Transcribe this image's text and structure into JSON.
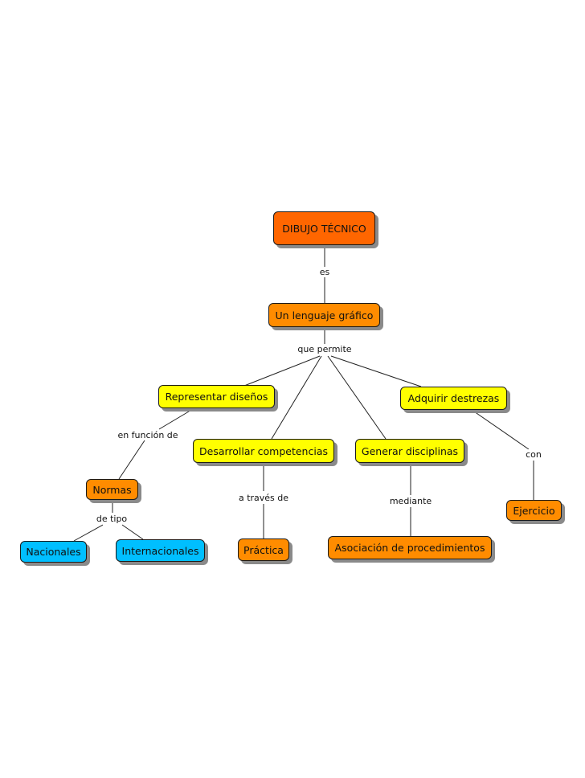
{
  "colors": {
    "root": "#ff6600",
    "orange_node": "#ff8c00",
    "yellow_node": "#ffff00",
    "cyan_node": "#00bfff",
    "line": "#222222",
    "shadow": "#8a8a8a"
  },
  "nodes": {
    "dibujo_tecnico": "DIBUJO TÉCNICO",
    "lenguaje_grafico": "Un lenguaje gráfico",
    "representar_disenos": "Representar diseños",
    "desarrollar_competencias": "Desarrollar competencias",
    "generar_disciplinas": "Generar disciplinas",
    "adquirir_destrezas": "Adquirir destrezas",
    "normas": "Normas",
    "nacionales": "Nacionales",
    "internacionales": "Internacionales",
    "practica": "Práctica",
    "asociacion_procedimientos": "Asociación de procedimientos",
    "ejercicio": "Ejercicio"
  },
  "links": {
    "es": "es",
    "que_permite": "que permite",
    "en_funcion_de": "en función de",
    "de_tipo": "de tipo",
    "a_traves_de": "a través de",
    "mediante": "mediante",
    "con": "con"
  }
}
